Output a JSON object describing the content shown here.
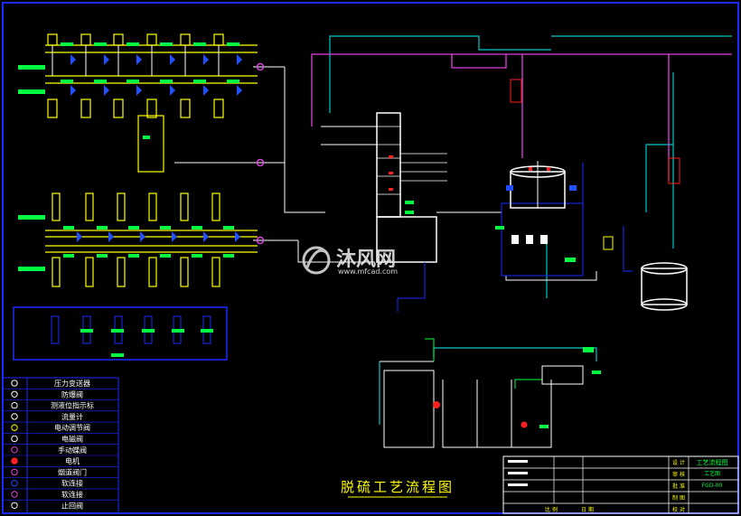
{
  "title": "脱硫工艺流程图",
  "watermark": {
    "brand": "沐风网",
    "url": "www.mfcad.com"
  },
  "legend": [
    {
      "symbol": "pressure-transmitter",
      "label": "压力变送器"
    },
    {
      "symbol": "anti-surge-valve",
      "label": "防爆阀"
    },
    {
      "symbol": "level-indicator",
      "label": "测液位指示标"
    },
    {
      "symbol": "flow-meter",
      "label": "流量计"
    },
    {
      "symbol": "electric-control-valve",
      "label": "电动调节阀"
    },
    {
      "symbol": "solenoid-valve",
      "label": "电磁阀"
    },
    {
      "symbol": "manual-butterfly-valve",
      "label": "手动蝶阀"
    },
    {
      "symbol": "motor",
      "label": "电机"
    },
    {
      "symbol": "flue-gas-damper",
      "label": "烟道阀门"
    },
    {
      "symbol": "flexible-joint",
      "label": "软连接"
    },
    {
      "symbol": "bypass-valve",
      "label": "软连接"
    },
    {
      "symbol": "stop-valve",
      "label": "止回阀"
    }
  ],
  "title_block": {
    "drawing_name": "工艺流程图",
    "sub_name": "工艺图",
    "drawing_no": "FGD-00",
    "rows": [
      "设 计",
      "审 核",
      "批 准",
      "制 图",
      "校 对"
    ],
    "footer": [
      "比 例",
      "日 期"
    ]
  },
  "colors": {
    "background": "#000000",
    "border": "#1a2bff",
    "process_pipe": "#ffffff",
    "water_pipe": "#00c8c8",
    "air_pipe": "#e040e0",
    "equipment": "#ffff00",
    "highlight": "#00ff40",
    "valve": "#2050ff",
    "alarm": "#ff2020"
  }
}
